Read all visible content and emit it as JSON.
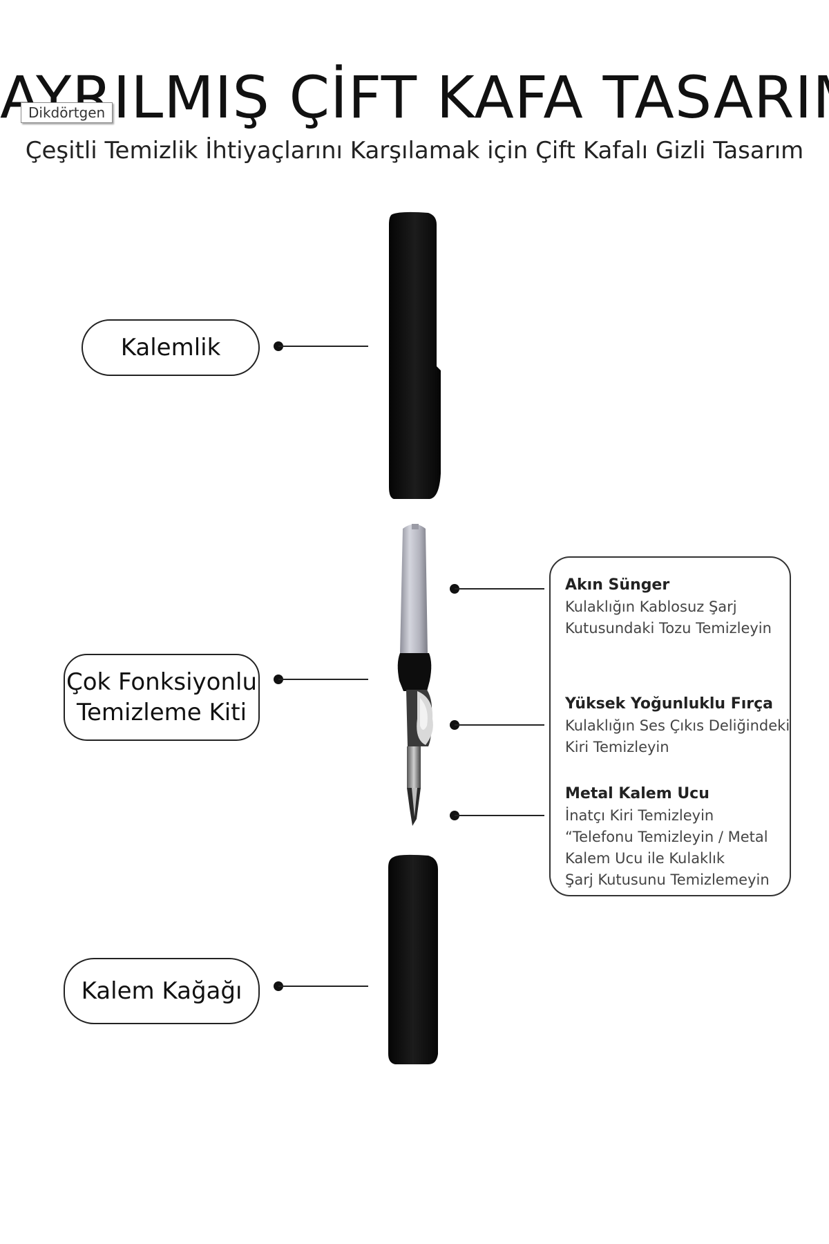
{
  "header": {
    "title": "AYRILMIŞ ÇİFT KAFA TASARIMI",
    "subtitle": "Çeşitli Temizlik İhtiyaçlarını Karşılamak için Çift Kafalı Gizli Tasarım"
  },
  "tooltip": {
    "text": "Dikdörtgen"
  },
  "left_labels": [
    {
      "text": "Kalemlik"
    },
    {
      "text": "Çok Fonksiyonlu\nTemizleme Kiti"
    },
    {
      "text": "Kalem Kağağı"
    }
  ],
  "features": [
    {
      "title": "Akın Sünger",
      "description": "Kulaklığın Kablosuz Şarj\nKutusundaki Tozu Temizleyin"
    },
    {
      "title": "Yüksek Yoğunluklu Fırça",
      "description": "Kulaklığın Ses Çıkıs Deliğindeki\nKiri Temizleyin"
    },
    {
      "title": "Metal Kalem Ucu",
      "description": "İnatçı Kiri Temizleyin\n“Telefonu Temizleyin / Metal\nKalem Ucu ile Kulaklık\nŞarj Kutusunu Temizlemeyin"
    }
  ],
  "colors": {
    "pen_body": "#111111",
    "sponge": "#b9bac4",
    "text": "#111111",
    "description_text": "#444444",
    "background": "#ffffff"
  }
}
